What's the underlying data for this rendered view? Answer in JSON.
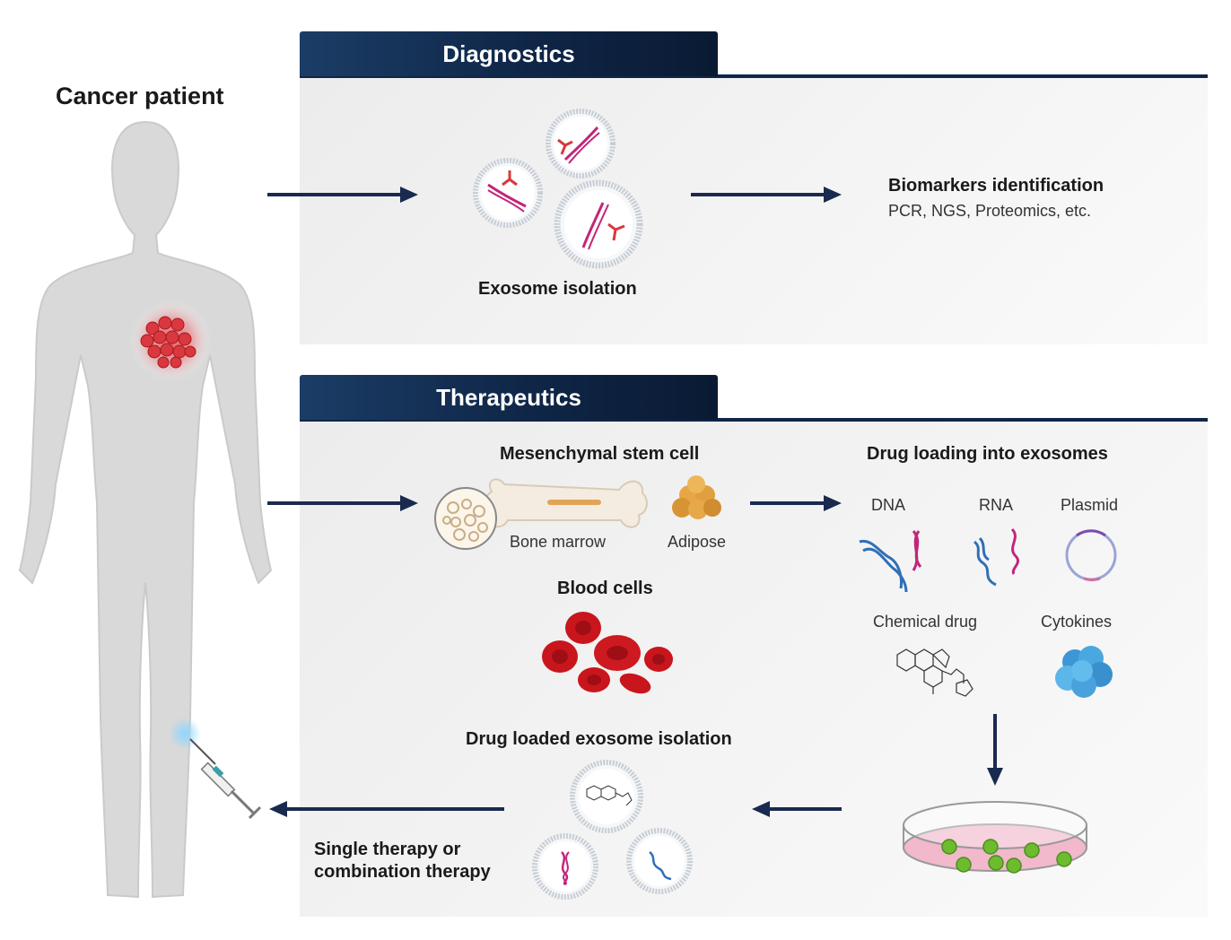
{
  "patient": {
    "title": "Cancer patient"
  },
  "diagnostics": {
    "tab_label": "Diagnostics",
    "exosome_label": "Exosome isolation",
    "biomarkers_title": "Biomarkers identification",
    "biomarkers_methods": "PCR, NGS, Proteomics, etc."
  },
  "therapeutics": {
    "tab_label": "Therapeutics",
    "msc_title": "Mesenchymal stem cell",
    "bone_marrow_label": "Bone marrow",
    "adipose_label": "Adipose",
    "blood_cells_title": "Blood cells",
    "drug_loading_title": "Drug loading into exosomes",
    "cargo": {
      "dna": "DNA",
      "rna": "RNA",
      "plasmid": "Plasmid",
      "chemical_drug": "Chemical drug",
      "cytokines": "Cytokines"
    },
    "drug_loaded_title": "Drug loaded exosome isolation",
    "therapy_line1": "Single therapy or",
    "therapy_line2": "combination therapy"
  },
  "colors": {
    "navy": "#0f2647",
    "arrow": "#1a2a4f",
    "body_gray": "#d9d9d9",
    "tumor_red": "#d8383e",
    "dna_pink": "#c2257a",
    "dna_blue": "#2f6fb8",
    "rbc_red": "#c8161c",
    "adipose_orange": "#e0a040",
    "cytokine_blue": "#4aa8e0",
    "cell_green": "#6dbb2f",
    "dish_pink": "#f2b8cc"
  }
}
